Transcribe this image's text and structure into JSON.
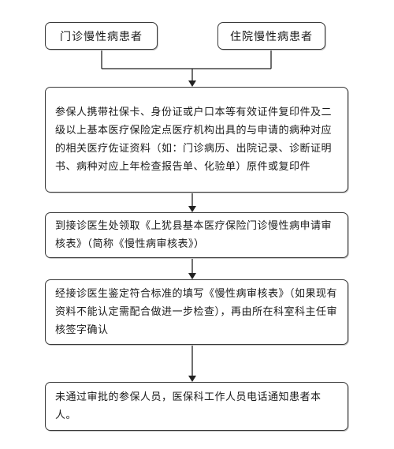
{
  "flowchart": {
    "outpatient_label": "门诊慢性病患者",
    "inpatient_label": "住院慢性病患者",
    "step1_text": "参保人携带社保卡、身份证或户口本等有效证件复印件及二级以上基本医疗保险定点医疗机构出具的与申请的病种对应的相关医疗佐证资料（如：门诊病历、出院记录、诊断证明书、病种对应上年检查报告单、化验单）原件或复印件",
    "step2_text": "到接诊医生处领取《上犹县基本医疗保险门诊慢性病申请审核表》（简称《慢性病审核表》）",
    "step3_text": "经接诊医生鉴定符合标准的填写《慢性病审核表》（如果现有资料不能认定需配合做进一步检查），再由所在科室科主任审核签字确认",
    "step4_text": "未通过审批的参保人员，医保科工作人员电话通知患者本人。"
  }
}
